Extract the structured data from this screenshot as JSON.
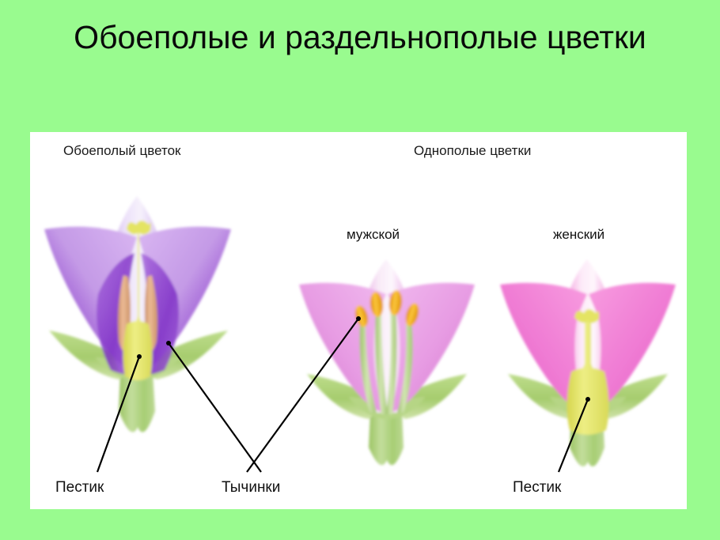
{
  "slide": {
    "title": "Обоеполые и раздельнополые цветки",
    "background_color": "#99fb8f",
    "panel_color": "#ffffff"
  },
  "headers": {
    "bisexual": "Обоеполый цветок",
    "unisexual": "Однополые цветки"
  },
  "flowers": [
    {
      "id": "bisexual",
      "sub_label": "",
      "petal_color": "#c9a0e8",
      "petal_shadow": "#8a3fd0",
      "sepal_color": "#a8cc72",
      "pistil_color": "#e8e86a",
      "anther_color": "#e0a882",
      "parts": [
        "pistil",
        "stamens"
      ]
    },
    {
      "id": "male",
      "sub_label": "мужской",
      "petal_color": "#e9a0e4",
      "petal_shadow": "#d070cc",
      "sepal_color": "#a8cc72",
      "pistil_color": "",
      "anther_color": "#f0a818",
      "parts": [
        "stamens"
      ],
      "stamen_count": 4
    },
    {
      "id": "female",
      "sub_label": "женский",
      "petal_color": "#f07fd8",
      "petal_shadow": "#e060c8",
      "sepal_color": "#a8cc72",
      "pistil_color": "#e0e060",
      "anther_color": "",
      "parts": [
        "pistil"
      ]
    }
  ],
  "part_labels": {
    "pistil_left": "Пестик",
    "stamens": "Тычинки",
    "pistil_right": "Пестик"
  },
  "leader_line_color": "#000000"
}
